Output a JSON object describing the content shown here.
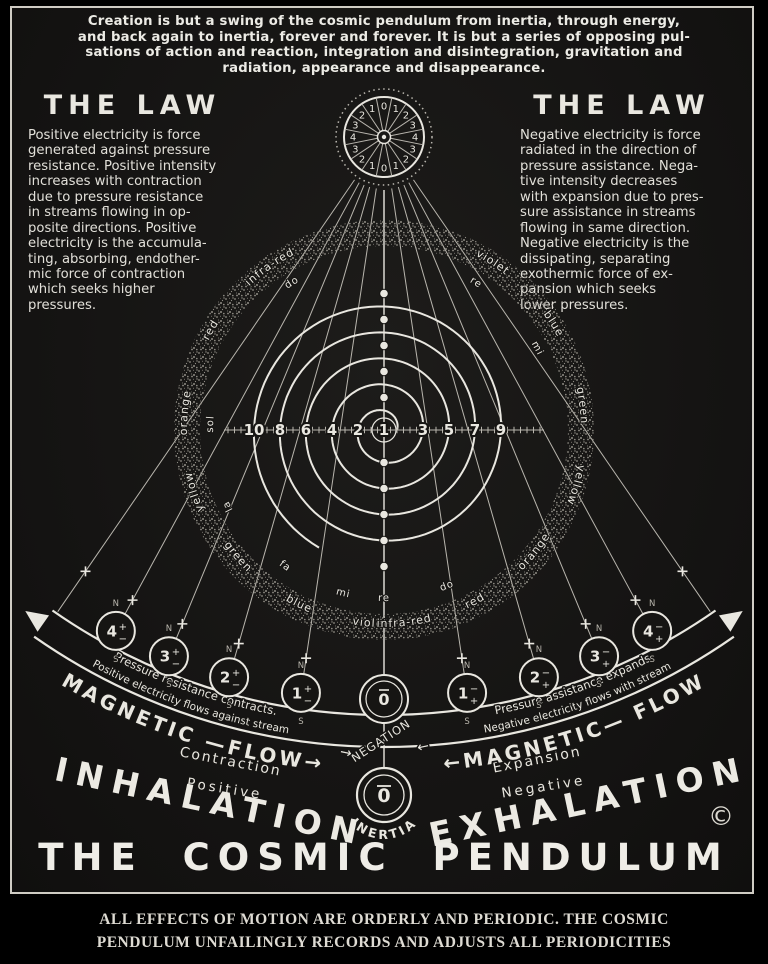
{
  "colors": {
    "background": "#000000",
    "panel": "#161513",
    "ink": "#e9e7e0",
    "dim": "#b9b6ae",
    "grain": "#8f8c84"
  },
  "quote": {
    "lines": [
      "Creation is but a swing of the cosmic pendulum from inertia, through energy,",
      "and back again to inertia, forever and forever.  It is but a series of opposing pul-",
      "sations of action and reaction, integration and disintegration, gravitation and",
      "radiation, appearance and disappearance."
    ]
  },
  "law_left": {
    "title": "THE LAW",
    "lines": [
      "Positive electricity is force",
      "generated against pressure",
      "resistance. Positive intensity",
      "increases with contraction",
      "due to pressure resistance",
      "in streams flowing in op-",
      "posite directions. Positive",
      "electricity is the accumula-",
      "ting, absorbing, endother-",
      "mic force of contraction",
      "which seeks higher",
      "pressures."
    ]
  },
  "law_right": {
    "title": "THE LAW",
    "lines": [
      "Negative electricity is force",
      "radiated in the direction of",
      "pressure assistance. Nega-",
      "tive intensity decreases",
      "with expansion due to pres-",
      "sure assistance in streams",
      "flowing in same direction.",
      "Negative electricity is the",
      "dissipating, separating",
      "exothermic force of ex-",
      "pansion which seeks",
      "lower pressures."
    ]
  },
  "diagram": {
    "dial_numbers": [
      "0",
      "1",
      "2",
      "3",
      "4",
      "3",
      "2",
      "1",
      "0",
      "1",
      "2",
      "3",
      "4",
      "3",
      "2",
      "1"
    ],
    "spiral_numbers_left": [
      "10",
      "8",
      "6",
      "4",
      "2"
    ],
    "spiral_number_center": "1",
    "spiral_numbers_right": [
      "3",
      "5",
      "7",
      "9"
    ],
    "color_labels": [
      {
        "text": "infra-red",
        "t": -35
      },
      {
        "text": "red",
        "t": -60
      },
      {
        "text": "orange",
        "t": -85
      },
      {
        "text": "yellow",
        "t": -108
      },
      {
        "text": "green",
        "t": -131
      },
      {
        "text": "blue",
        "t": -154
      },
      {
        "text": "violet",
        "t": -176
      },
      {
        "text": "violet",
        "t": 33
      },
      {
        "text": "blue",
        "t": 58
      },
      {
        "text": "green",
        "t": 83
      },
      {
        "text": "yellow",
        "t": 106
      },
      {
        "text": "orange",
        "t": 129
      },
      {
        "text": "red",
        "t": 152
      },
      {
        "text": "infra-red",
        "t": 174
      }
    ],
    "note_labels": [
      {
        "text": "do",
        "t": -32
      },
      {
        "text": "sol",
        "t": -88
      },
      {
        "text": "la",
        "t": -116
      },
      {
        "text": "fa",
        "t": -144
      },
      {
        "text": "mi",
        "t": -166
      },
      {
        "text": "re",
        "t": 180
      },
      {
        "text": "do",
        "t": 158
      },
      {
        "text": "mi",
        "t": 62
      },
      {
        "text": "re",
        "t": 32
      }
    ],
    "bobs": [
      {
        "value": "4",
        "sign_top": "+",
        "sign_bottom": "−",
        "angle": -28.5
      },
      {
        "value": "3",
        "sign_top": "+",
        "sign_bottom": "−",
        "angle": -22.5
      },
      {
        "value": "2",
        "sign_top": "+",
        "sign_bottom": "−",
        "angle": -16
      },
      {
        "value": "1",
        "sign_top": "+",
        "sign_bottom": "−",
        "angle": -8.5
      },
      {
        "value": "0",
        "overline": true,
        "angle": 0
      },
      {
        "value": "1",
        "sign_top": "−",
        "sign_bottom": "+",
        "angle": 8.5
      },
      {
        "value": "2",
        "sign_top": "−",
        "sign_bottom": "+",
        "angle": 16
      },
      {
        "value": "3",
        "sign_top": "−",
        "sign_bottom": "+",
        "angle": 22.5
      },
      {
        "value": "4",
        "sign_top": "−",
        "sign_bottom": "+",
        "angle": 28.5
      }
    ],
    "pole_top": "N",
    "pole_bottom": "S",
    "band": {
      "left_top": "Pressure resistance contracts.",
      "left_bottom": "Positive electricity flows against stream",
      "right_top": "Pressure assistance expands",
      "right_bottom": "Negative electricity flows with stream"
    },
    "magnetic_left": "MAGNETIC —FLOW→",
    "magnetic_right": "←MAGNETIC— FLOW",
    "contraction": "Contraction",
    "expansion": "Expansion",
    "positive": "Positive",
    "negative": "Negative",
    "negation": "NEGATION",
    "arrow_right": "→",
    "arrow_left": "←",
    "inertia": "INERTIA",
    "zero": "0"
  },
  "footer": {
    "inhalation": "INHALATION",
    "exhalation": "EXHALATION",
    "title": "THE COSMIC PENDULUM",
    "copyright": "©"
  },
  "caption": {
    "lines": [
      "ALL EFFECTS OF MOTION ARE ORDERLY AND PERIODIC.  THE COSMIC",
      "PENDULUM UNFAILINGLY RECORDS AND ADJUSTS ALL PERIODICITIES"
    ]
  }
}
